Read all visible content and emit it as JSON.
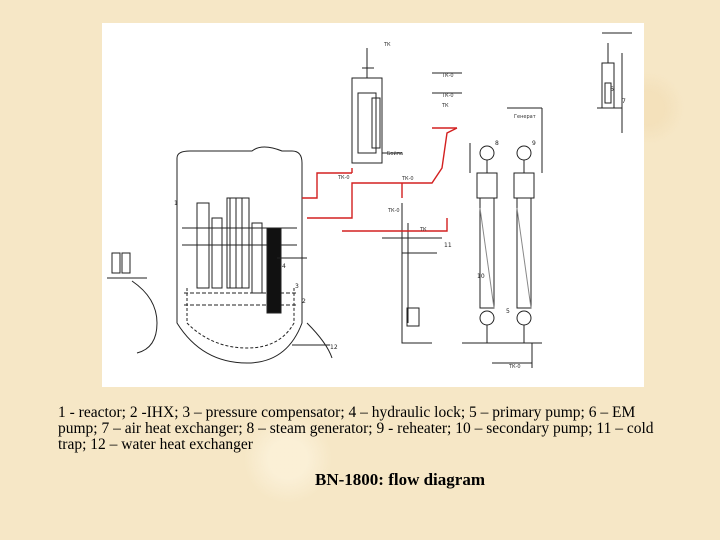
{
  "figure": {
    "labels": {
      "tk_top": "ТК",
      "tk_a": "ТК-0",
      "tk_b": "ТК-0",
      "tk_c": "ТК",
      "tk_d": "ТК-0",
      "tk_e": "ТК-0",
      "tk_f": "ТК-0",
      "tk_g": "ТК",
      "tk_h": "ТК-0",
      "bypass": "Бойпа",
      "generator": "Генерат"
    },
    "numbers": [
      "1",
      "2",
      "3",
      "4",
      "5",
      "6",
      "7",
      "8",
      "9",
      "10",
      "11",
      "12"
    ]
  },
  "caption": "1 - reactor; 2 -IHX; 3 – pressure compensator; 4 – hydraulic lock; 5 – primary pump; 6 – EM pump; 7 – air heat exchanger; 8 – steam generator; 9 - reheater; 10 – secondary pump; 11 – cold trap; 12 – water heat exchanger",
  "title": "BN-1800: flow diagram",
  "colors": {
    "background": "#f6e7c6",
    "pipe_red": "#d32020",
    "line": "#222222"
  }
}
